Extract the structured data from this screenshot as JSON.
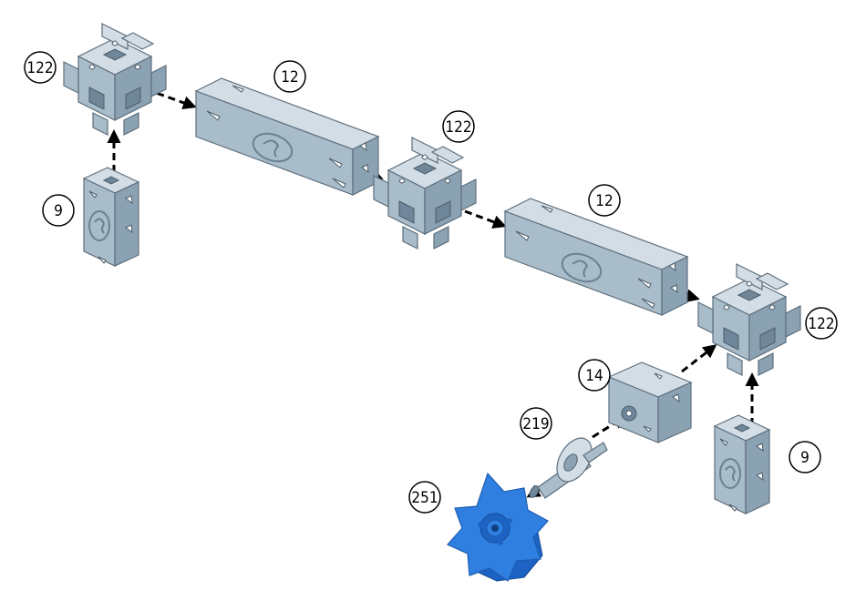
{
  "labels": {
    "cube_top_left": "122",
    "beam_1": "12",
    "cube_middle": "122",
    "beam_2": "12",
    "cube_right": "122",
    "block_left": "9",
    "block_right": "9",
    "small_block": "14",
    "axle": "219",
    "wheel": "251"
  },
  "colors": {
    "metal": "#a9bcca",
    "wheel": "#2f7fe0",
    "arrow": "#000000"
  }
}
